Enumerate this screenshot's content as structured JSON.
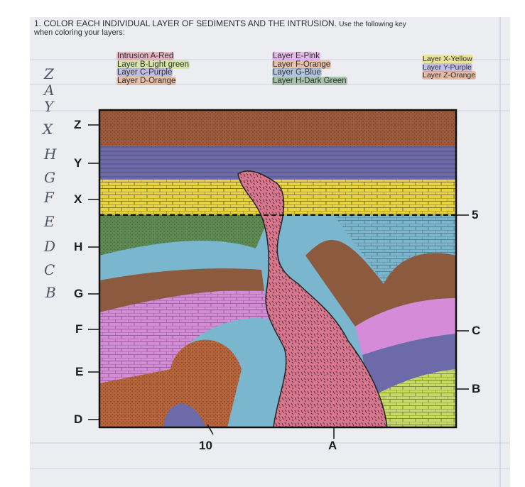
{
  "instructions": {
    "line1": "1. COLOR EACH INDIVIDUAL LAYER OF SEDIMENTS AND THE INTRUSION.",
    "line1_tail": "Use the following key",
    "line2": "when coloring your layers:"
  },
  "key": {
    "col1": [
      "Intrusion A-Red",
      "Layer B-Light green",
      "Layer C-Purple",
      "Layer D-Orange"
    ],
    "col2": [
      "Layer E-Pink",
      "Layer F-Orange",
      "Layer G-Blue",
      "Layer H-Dark Green"
    ],
    "col3": [
      "Layer X-Yellow",
      "Layer Y-Purple",
      "Layer Z-Orange"
    ]
  },
  "left_labels": [
    "Z",
    "Y",
    "X",
    "H",
    "G",
    "F",
    "E",
    "D"
  ],
  "right_labels": [
    "5",
    "C",
    "B"
  ],
  "bottom_labels": [
    "10",
    "A"
  ],
  "handwritten_sequence": [
    "Z",
    "A",
    "Y",
    "X",
    "H",
    "G",
    "F",
    "E",
    "D",
    "C",
    "B"
  ],
  "colors": {
    "red_intrusion": "#d9768d",
    "light_green": "#c8dc62",
    "purple": "#6c6aa8",
    "orange": "#b8643a",
    "pink": "#d68bd8",
    "blue": "#7ab7cf",
    "dark_green": "#5d8a52",
    "yellow": "#e8d440",
    "brown_z": "#9c5a3a"
  }
}
